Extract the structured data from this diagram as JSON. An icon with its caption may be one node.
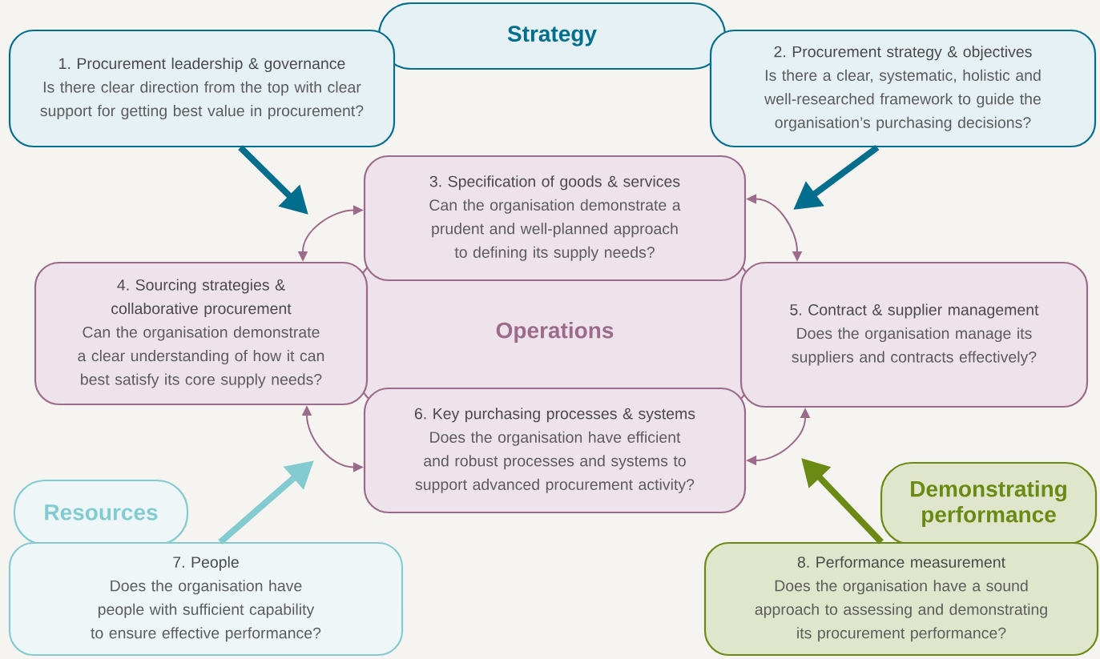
{
  "diagram": {
    "nodes": [
      {
        "text": [
          "Strategy"
        ]
      },
      {
        "text": [
          "1. Procurement leadership & governance",
          "Is there clear direction from the top with clear support for getting best value in procurement?"
        ]
      },
      {
        "text": [
          "2. Procurement strategy & objectives",
          "Is there a clear, systematic, holistic and well-researched framework to guide the organisation’s purchasing decisions?"
        ]
      },
      {
        "text": [
          "Operations"
        ]
      },
      {
        "text": [
          "3. Specification of goods & services",
          "Can the organisation demonstrate a prudent and well-planned approach to defining its supply needs?"
        ]
      },
      {
        "text": [
          "4. Sourcing strategies & collaborative procurement",
          "Can the organisation demonstrate a clear understanding of how it can best satisfy its core supply needs?"
        ]
      },
      {
        "text": [
          "5. Contract & supplier management",
          "Does the organisation manage its suppliers and contracts effectively?"
        ]
      },
      {
        "text": [
          "6. Key purchasing processes & systems",
          "Does the organisation have efficient and robust processes and systems to support advanced procurement activity?"
        ]
      },
      {
        "text": [
          "Resources"
        ]
      },
      {
        "text": [
          "7. People",
          "Does the organisation have people with sufficient capability to ensure effective performance?"
        ]
      },
      {
        "text": [
          "Demonstrating performance"
        ]
      },
      {
        "text": [
          "8. Performance measurement",
          "Does the organisation have a sound approach to assessing and demonstrating its procurement performance?"
        ]
      }
    ],
    "edges": [
      {
        "from": 1,
        "to": null,
        "arrow": "to",
        "style": "thick",
        "color": "#006e8c"
      },
      {
        "from": 2,
        "to": null,
        "arrow": "to",
        "style": "thick",
        "color": "#006e8c"
      },
      {
        "from": 9,
        "to": null,
        "arrow": "to",
        "style": "thick",
        "color": "#82cbd0"
      },
      {
        "from": 11,
        "to": null,
        "arrow": "to",
        "style": "thick",
        "color": "#6b8a14"
      },
      {
        "from": 4,
        "to": 5,
        "arrow": "both"
      },
      {
        "from": 4,
        "to": 6,
        "arrow": "both"
      },
      {
        "from": 5,
        "to": 7,
        "arrow": "both"
      },
      {
        "from": 6,
        "to": 7,
        "arrow": "both"
      }
    ]
  }
}
